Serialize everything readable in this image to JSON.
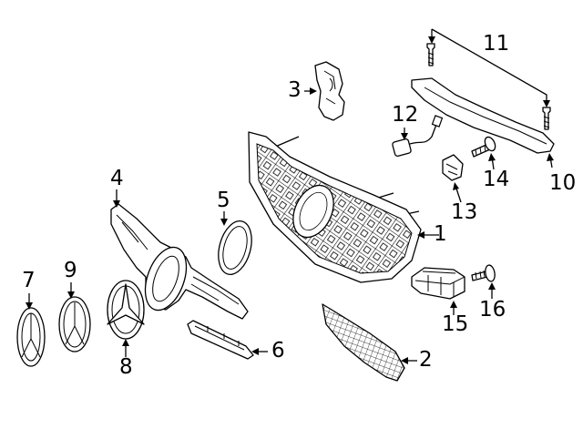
{
  "callouts": [
    {
      "id": "c1",
      "label": "1"
    },
    {
      "id": "c2",
      "label": "2"
    },
    {
      "id": "c3",
      "label": "3"
    },
    {
      "id": "c4",
      "label": "4"
    },
    {
      "id": "c5",
      "label": "5"
    },
    {
      "id": "c6",
      "label": "6"
    },
    {
      "id": "c7",
      "label": "7"
    },
    {
      "id": "c8",
      "label": "8"
    },
    {
      "id": "c9",
      "label": "9"
    },
    {
      "id": "c10",
      "label": "10"
    },
    {
      "id": "c11",
      "label": "11"
    },
    {
      "id": "c12",
      "label": "12"
    },
    {
      "id": "c13",
      "label": "13"
    },
    {
      "id": "c14",
      "label": "14"
    },
    {
      "id": "c15",
      "label": "15"
    },
    {
      "id": "c16",
      "label": "16"
    }
  ],
  "parts": [
    {
      "callout": "1",
      "shape": "grille-mesh"
    },
    {
      "callout": "2",
      "shape": "lower-mesh-insert"
    },
    {
      "callout": "3",
      "shape": "bracket"
    },
    {
      "callout": "4",
      "shape": "grille-frame-with-emblem-ring"
    },
    {
      "callout": "5",
      "shape": "emblem-ring"
    },
    {
      "callout": "6",
      "shape": "trim-strip"
    },
    {
      "callout": "7",
      "shape": "star-emblem"
    },
    {
      "callout": "8",
      "shape": "star-emblem"
    },
    {
      "callout": "9",
      "shape": "star-emblem"
    },
    {
      "callout": "10",
      "shape": "support-bar"
    },
    {
      "callout": "11",
      "shape": "bolts"
    },
    {
      "callout": "12",
      "shape": "sensor-with-lead"
    },
    {
      "callout": "13",
      "shape": "clip"
    },
    {
      "callout": "14",
      "shape": "screw"
    },
    {
      "callout": "15",
      "shape": "bracket-block"
    },
    {
      "callout": "16",
      "shape": "screw"
    }
  ]
}
